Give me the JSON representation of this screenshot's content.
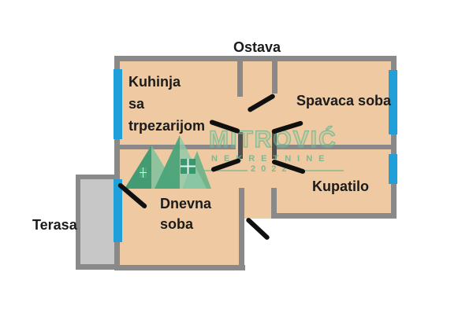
{
  "floor_plan": {
    "rooms": {
      "ostava": {
        "label": "Ostava"
      },
      "kuhinja": {
        "lines": [
          "Kuhinja",
          "sa",
          "trpezarijom"
        ]
      },
      "spavaca": {
        "label": "Spavaca soba"
      },
      "kupatilo": {
        "label": "Kupatilo"
      },
      "dnevna": {
        "lines": [
          "Dnevna",
          "soba"
        ]
      },
      "terasa": {
        "label": "Terasa"
      }
    },
    "watermark": {
      "brand": "MITROVIĆ",
      "subtitle": "NEKRETNINE",
      "year": "2022"
    },
    "colors": {
      "room_fill": "#eec9a1",
      "wall_gray": "#898989",
      "terrace_fill": "#c7c7c7",
      "window_blue": "#219fd9",
      "door_black": "#101010",
      "watermark_green": "#6ab68f"
    }
  }
}
